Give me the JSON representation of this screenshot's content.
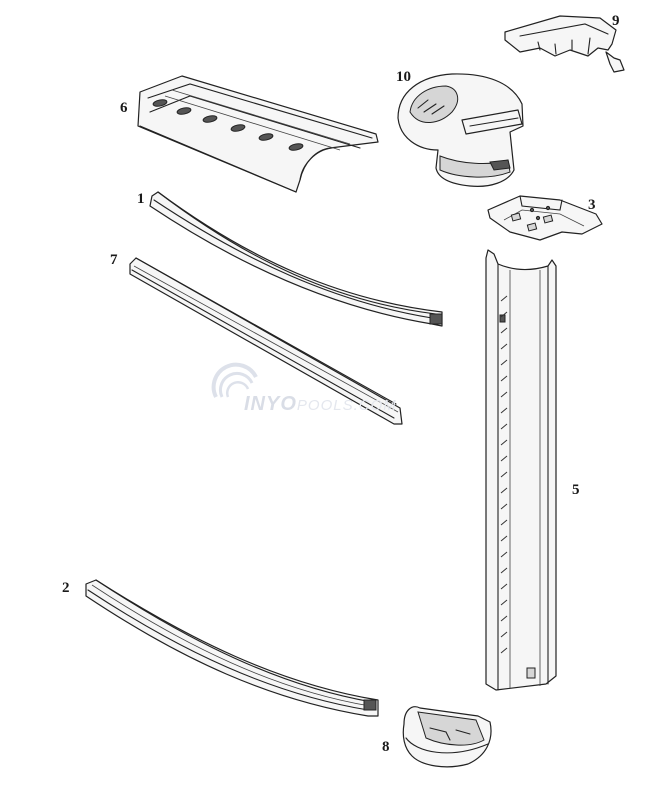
{
  "watermark": {
    "text_main": "INYO",
    "text_sub": "POOLS.COM",
    "icon": "inyo-logo-icon"
  },
  "part_labels": {
    "p1": "1",
    "p2": "2",
    "p3": "3",
    "p5": "5",
    "p6": "6",
    "p7": "7",
    "p8": "8",
    "p9": "9",
    "p10": "10"
  }
}
